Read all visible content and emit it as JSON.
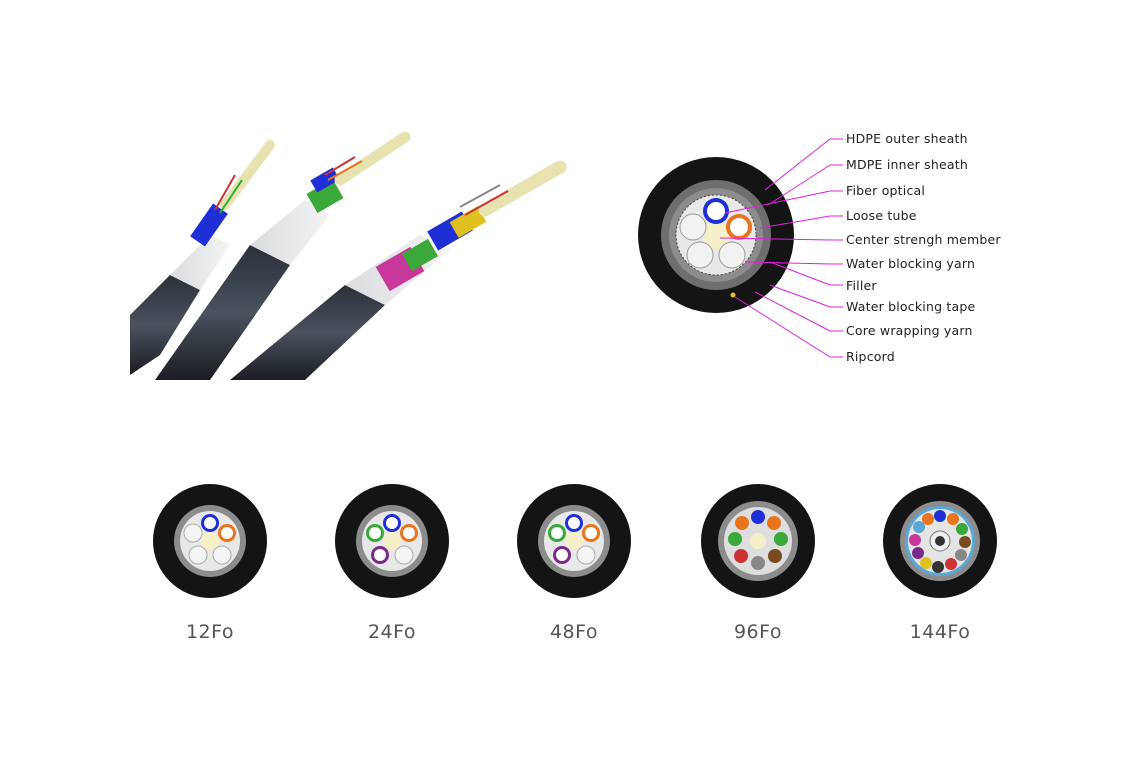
{
  "diagram": {
    "components": [
      "HDPE outer sheath",
      "MDPE inner sheath",
      "Fiber optical",
      "Loose tube",
      "Center strengh member",
      "Water blocking yarn",
      "Filler",
      "Water blocking tape",
      "Core wrapping yarn",
      "Ripcord"
    ],
    "variants": [
      "12Fo",
      "24Fo",
      "48Fo",
      "96Fo",
      "144Fo"
    ]
  },
  "colors": {
    "sheath": "#141414",
    "inner_sheath": "#8c8c8c",
    "leader_line": "#e020e0",
    "tube_blue": "#1e2fd6",
    "tube_orange": "#e8741e",
    "tube_green": "#3aa83a",
    "tube_purple": "#7a2a8a",
    "center_member": "#f5f0c8"
  },
  "icons": [
    "cable-stripped-icon",
    "cross-section-icon"
  ]
}
